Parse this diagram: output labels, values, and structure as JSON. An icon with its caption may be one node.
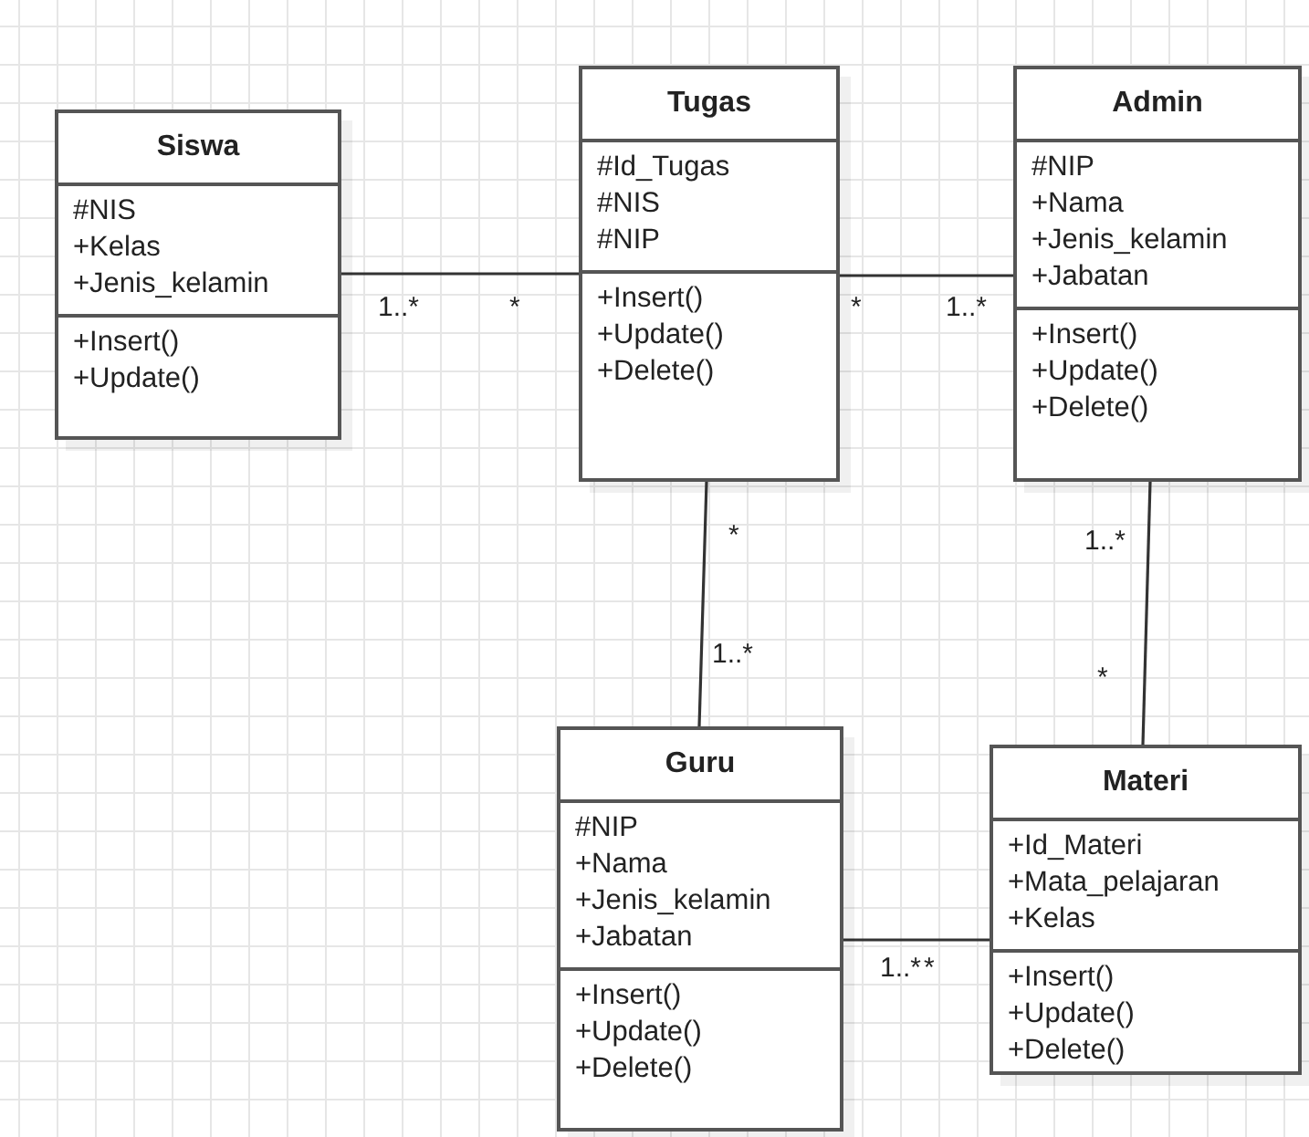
{
  "diagram": {
    "nodes": [
      {
        "text": [
          "Siswa",
          "#NIS +Kelas +Jenis_kelamin",
          "+Insert() +Update()"
        ]
      },
      {
        "text": [
          "Tugas",
          "#Id_Tugas #NIS #NIP",
          "+Insert() +Update() +Delete()"
        ]
      },
      {
        "text": [
          "Admin",
          "#NIP +Nama +Jenis_kelamin +Jabatan",
          "+Insert() +Update() +Delete()"
        ]
      },
      {
        "text": [
          "Guru",
          "#NIP +Nama +Jenis_kelamin +Jabatan",
          "+Insert() +Update() +Delete()"
        ]
      },
      {
        "text": [
          "Materi",
          "+Id_Materi +Mata_pelajaran +Kelas",
          "+Insert() +Update() +Delete()"
        ]
      }
    ],
    "edges": [
      {
        "from": 0,
        "to": 1,
        "arrow": "none"
      },
      {
        "from": 1,
        "to": 2,
        "arrow": "none"
      },
      {
        "from": 1,
        "to": 3,
        "arrow": "none"
      },
      {
        "from": 2,
        "to": 4,
        "arrow": "none"
      },
      {
        "from": 3,
        "to": 4,
        "arrow": "none"
      }
    ],
    "labels": [
      "1..*",
      "*",
      "*",
      "1..*",
      "*",
      "1..*",
      "1..*",
      "*",
      "1..*",
      "*"
    ]
  }
}
